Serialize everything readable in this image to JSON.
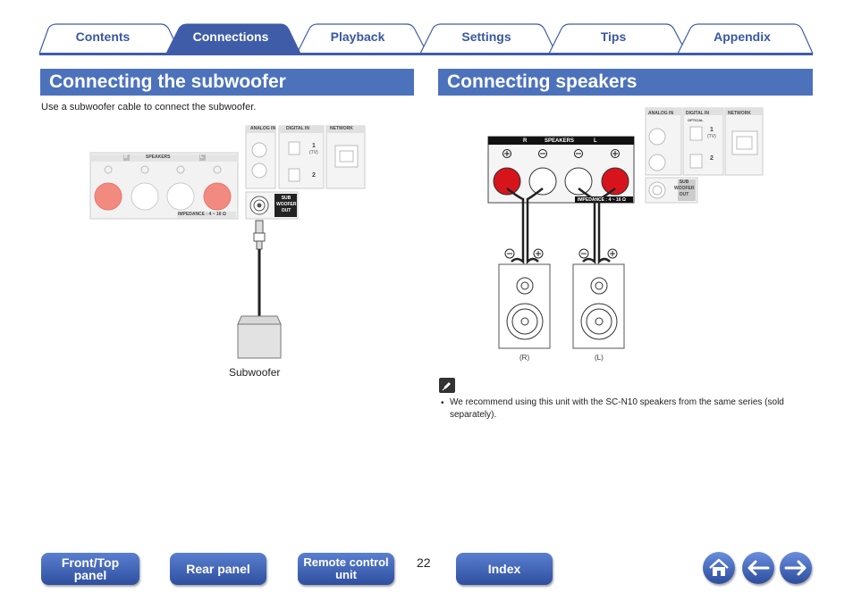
{
  "tabs": [
    {
      "label": "Contents",
      "active": false
    },
    {
      "label": "Connections",
      "active": true
    },
    {
      "label": "Playback",
      "active": false
    },
    {
      "label": "Settings",
      "active": false
    },
    {
      "label": "Tips",
      "active": false
    },
    {
      "label": "Appendix",
      "active": false
    }
  ],
  "left_section": {
    "title": "Connecting the subwoofer",
    "instruction": "Use a subwoofer cable to connect the subwoofer.",
    "subwoofer_label": "Subwoofer"
  },
  "right_section": {
    "title": "Connecting speakers",
    "speaker_r_label": "(R)",
    "speaker_l_label": "(L)",
    "note_text": "We recommend using this unit with the SC-N10 speakers from the same series (sold separately)."
  },
  "panel": {
    "analog_in": "ANALOG IN",
    "digital_in": "DIGITAL IN",
    "network": "NETWORK",
    "optical": "OPTICAL",
    "tv": "(TV)",
    "one": "1",
    "two": "2",
    "speakers": "SPEAKERS",
    "r": "R",
    "l": "L",
    "impedance": "IMPEDANCE : 4 ~ 16 Ω",
    "sub_woofer_out_1": "SUB",
    "sub_woofer_out_2": "WOOFER",
    "sub_woofer_out_3": "OUT"
  },
  "bottom_nav": {
    "front_top_panel_1": "Front/Top",
    "front_top_panel_2": "panel",
    "rear_panel": "Rear panel",
    "remote_control_1": "Remote control",
    "remote_control_2": "unit",
    "index": "Index",
    "page_number": "22"
  },
  "colors": {
    "accent": "#4d72bc",
    "tab_line": "#3f5ca8",
    "terminal_red": "#d7141c",
    "terminal_pink": "#f28a80"
  },
  "icons": [
    "home-icon",
    "back-arrow-icon",
    "forward-arrow-icon",
    "pencil-note-icon"
  ]
}
